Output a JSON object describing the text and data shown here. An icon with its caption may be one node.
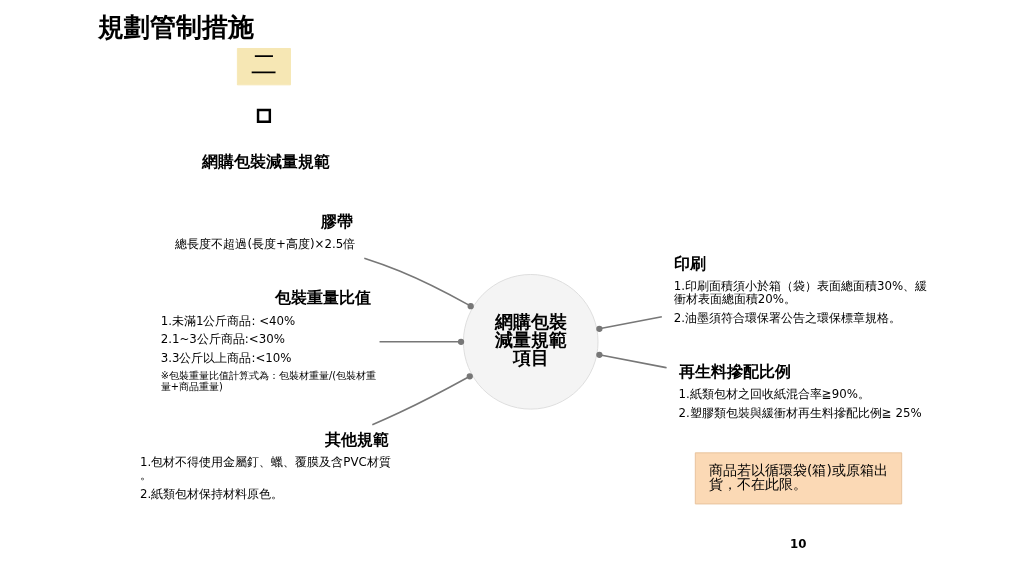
{
  "diagram": {
    "title": "規劃管制措施",
    "nodes": [
      {
        "text": [
          "膠帶",
          "總長度不超過(長度+高度)×2.5倍"
        ]
      },
      {
        "text": [
          "包裝重量比值",
          "1.未滿1公斤商品: <40%",
          "2.1~3公斤商品:<30%",
          "3.3公斤以上商品:<10%",
          "※包裝重量比值計算式為：包裝材重量/(包裝材重量+商品重量)"
        ]
      },
      {
        "text": [
          "其他規範",
          "1.包材不得使用金屬釘、蠟、覆膜及含PVC材質。",
          "2.紙類包材保持材料原色。"
        ]
      },
      {
        "text": [
          "網購包裝減量規範項目"
        ]
      },
      {
        "text": [
          "印刷",
          "1.印刷面積須小於箱（袋）表面總面積30%、緩衝材表面總面積20%。",
          "2.油墨須符合環保署公告之環保標章規格。"
        ]
      },
      {
        "text": [
          "再生料摻配比例",
          "1.紙類包材之回收紙混合率≧90%。",
          "2.塑膠類包裝與緩衝材再生料摻配比例≧ 25%"
        ]
      },
      {
        "text": [
          "商品若以循環袋(箱)或原箱出貨，不在此限。"
        ]
      }
    ],
    "edges": [
      {
        "from": 0,
        "to": 3,
        "arrow": "other"
      },
      {
        "from": 1,
        "to": 3,
        "arrow": "other"
      },
      {
        "from": 2,
        "to": 3,
        "arrow": "other"
      },
      {
        "from": 4,
        "to": 3,
        "arrow": "other"
      },
      {
        "from": 5,
        "to": 3,
        "arrow": "other"
      }
    ],
    "labels": [
      "二",
      "網購包裝減量規範",
      "10"
    ]
  }
}
